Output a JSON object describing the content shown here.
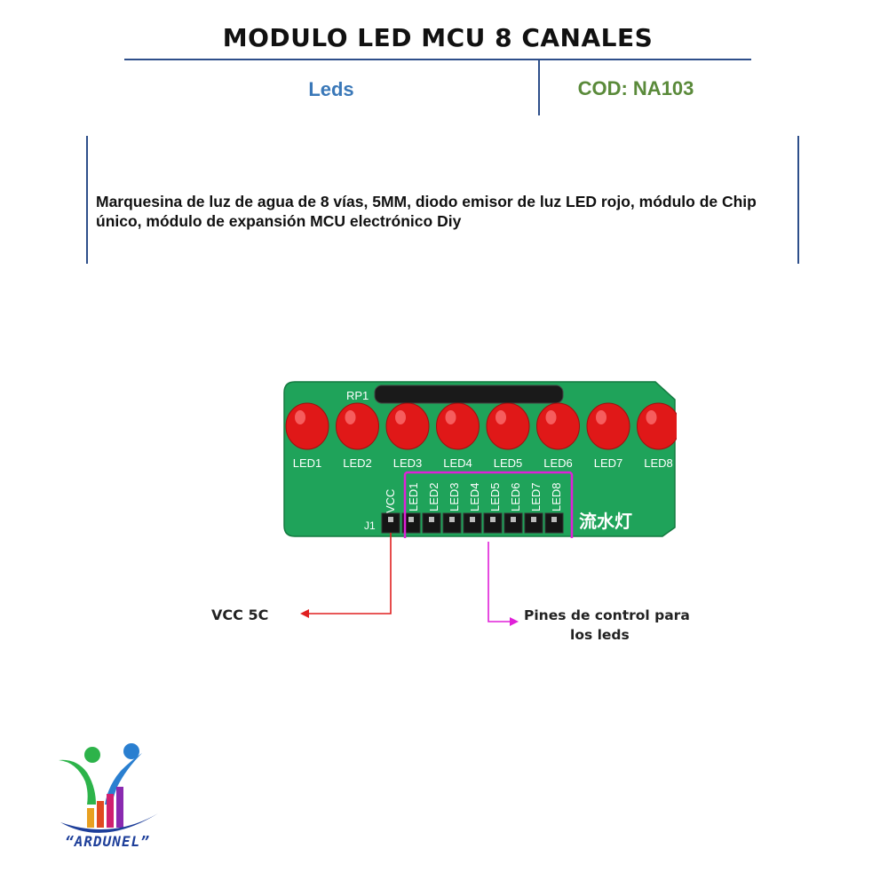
{
  "header": {
    "title": "MODULO LED MCU 8 CANALES",
    "category": "Leds",
    "code": "COD: NA103"
  },
  "description": "Marquesina de luz de agua de 8 vías, 5MM, diodo emisor de luz LED rojo, módulo de Chip único, módulo de expansión MCU electrónico Diy",
  "board": {
    "resistor_label": "RP1",
    "header_label": "J1",
    "vcc_pin_label": "VCC",
    "chinese_label": "流水灯",
    "leds": [
      "LED1",
      "LED2",
      "LED3",
      "LED4",
      "LED5",
      "LED6",
      "LED7",
      "LED8"
    ],
    "pins": [
      "LED1",
      "LED2",
      "LED3",
      "LED4",
      "LED5",
      "LED6",
      "LED7",
      "LED8"
    ],
    "board_color": "#1fa35a",
    "led_color": "#e01818"
  },
  "annotations": {
    "vcc_label": "VCC 5C",
    "pins_label_line1": "Pines de control para",
    "pins_label_line2": "los leds",
    "vcc_color": "#e02020",
    "pins_color": "#e020d8"
  },
  "logo": {
    "text": "“ARDUNEL”"
  }
}
